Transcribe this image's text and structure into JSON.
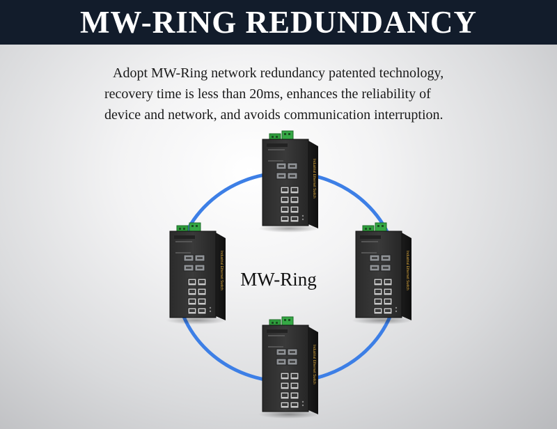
{
  "header": {
    "title": "MW-RING REDUNDANCY",
    "background": "#121c2b"
  },
  "intro": {
    "lines": [
      "Adopt MW-Ring network redundancy patented technology,",
      "recovery time is less than 20ms, enhances the reliability of",
      "device and network, and avoids communication interruption."
    ]
  },
  "diagram": {
    "ring_label": "MW-Ring",
    "ring_color": "#3d7fe6",
    "devices": [
      {
        "name": "top-switch"
      },
      {
        "name": "left-switch"
      },
      {
        "name": "right-switch"
      },
      {
        "name": "bottom-switch"
      }
    ],
    "device_icon": "industrial-ethernet-switch-icon",
    "terminal_color": "#2e9e3c"
  }
}
